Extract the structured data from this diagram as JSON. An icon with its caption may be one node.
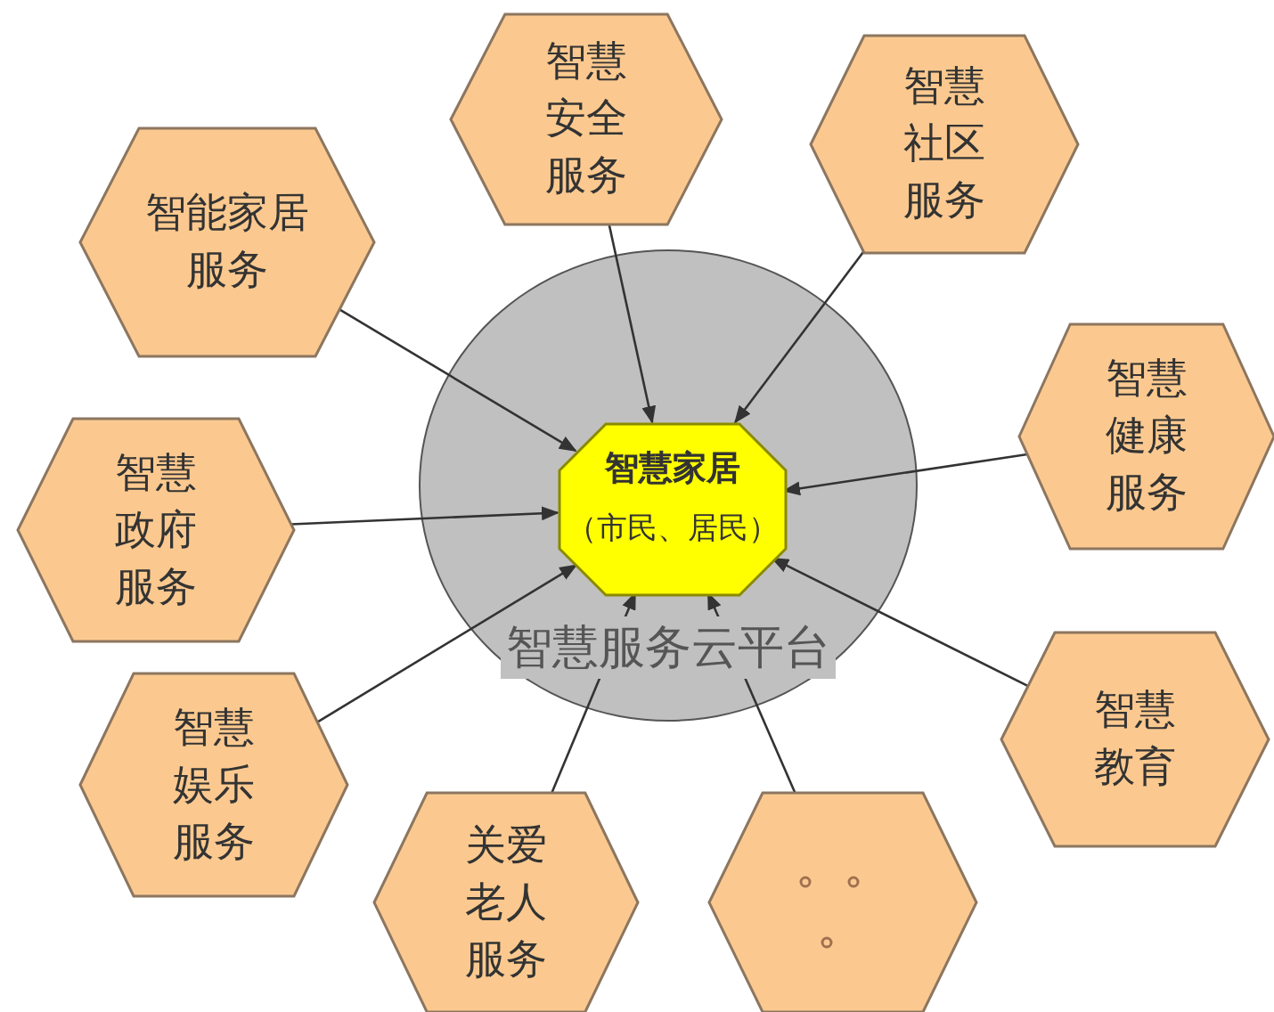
{
  "diagram": {
    "nodes": [
      {
        "text": [
          "智慧服务云平台"
        ]
      },
      {
        "text": [
          "智慧家居",
          "（市民、居民）"
        ],
        "in": 0
      },
      {
        "text": [
          "智慧安全服务"
        ]
      },
      {
        "text": [
          "智慧社区服务"
        ]
      },
      {
        "text": [
          "智能家居服务"
        ]
      },
      {
        "text": [
          "智慧健康服务"
        ]
      },
      {
        "text": [
          "智慧政府服务"
        ]
      },
      {
        "text": [
          "智慧教育"
        ]
      },
      {
        "text": [
          "智慧娱乐服务"
        ]
      },
      {
        "text": [
          "关爱老人服务"
        ]
      },
      {
        "text": [],
        "shape": "hexagon"
      }
    ],
    "edges": [
      {
        "from": 4,
        "to": 1,
        "arrow": "to"
      },
      {
        "from": 2,
        "to": 1,
        "arrow": "to"
      },
      {
        "from": 3,
        "to": 1,
        "arrow": "to"
      },
      {
        "from": 5,
        "to": 1,
        "arrow": "to"
      },
      {
        "from": 6,
        "to": 1,
        "arrow": "to"
      },
      {
        "from": 8,
        "to": 1,
        "arrow": "to"
      },
      {
        "from": 9,
        "to": 1,
        "arrow": "to"
      },
      {
        "from": 10,
        "to": 1,
        "arrow": "to"
      },
      {
        "from": 7,
        "to": 1,
        "arrow": "to"
      }
    ]
  }
}
